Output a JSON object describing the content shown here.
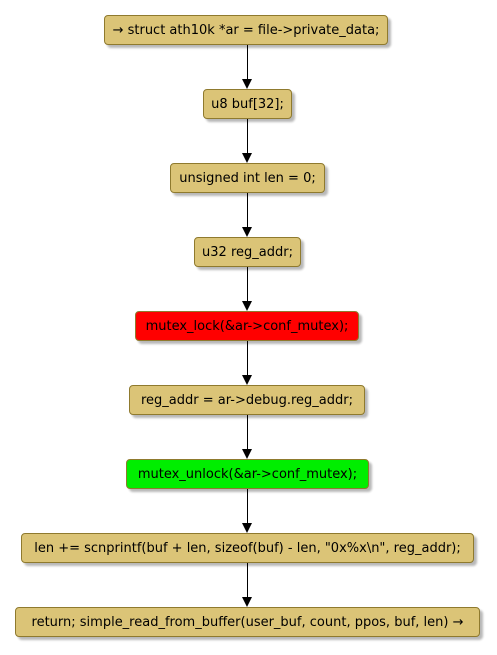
{
  "flowchart": {
    "nodes": [
      {
        "label": "→ struct ath10k *ar = file->private_data;",
        "color": "#dbc477",
        "status": "normal"
      },
      {
        "label": "u8 buf[32];",
        "color": "#dbc477",
        "status": "normal"
      },
      {
        "label": "unsigned int len = 0;",
        "color": "#dbc477",
        "status": "normal"
      },
      {
        "label": "u32 reg_addr;",
        "color": "#dbc477",
        "status": "normal"
      },
      {
        "label": "mutex_lock(&ar->conf_mutex);",
        "color": "#ff0000",
        "status": "lock"
      },
      {
        "label": "reg_addr = ar->debug.reg_addr;",
        "color": "#dbc477",
        "status": "normal"
      },
      {
        "label": "mutex_unlock(&ar->conf_mutex);",
        "color": "#00ee00",
        "status": "unlock"
      },
      {
        "label": "len += scnprintf(buf + len, sizeof(buf) - len, \"0x%x\\n\", reg_addr);",
        "color": "#dbc477",
        "status": "normal"
      },
      {
        "label": "return; simple_read_from_buffer(user_buf, count, ppos, buf, len) →",
        "color": "#dbc477",
        "status": "normal"
      }
    ]
  }
}
